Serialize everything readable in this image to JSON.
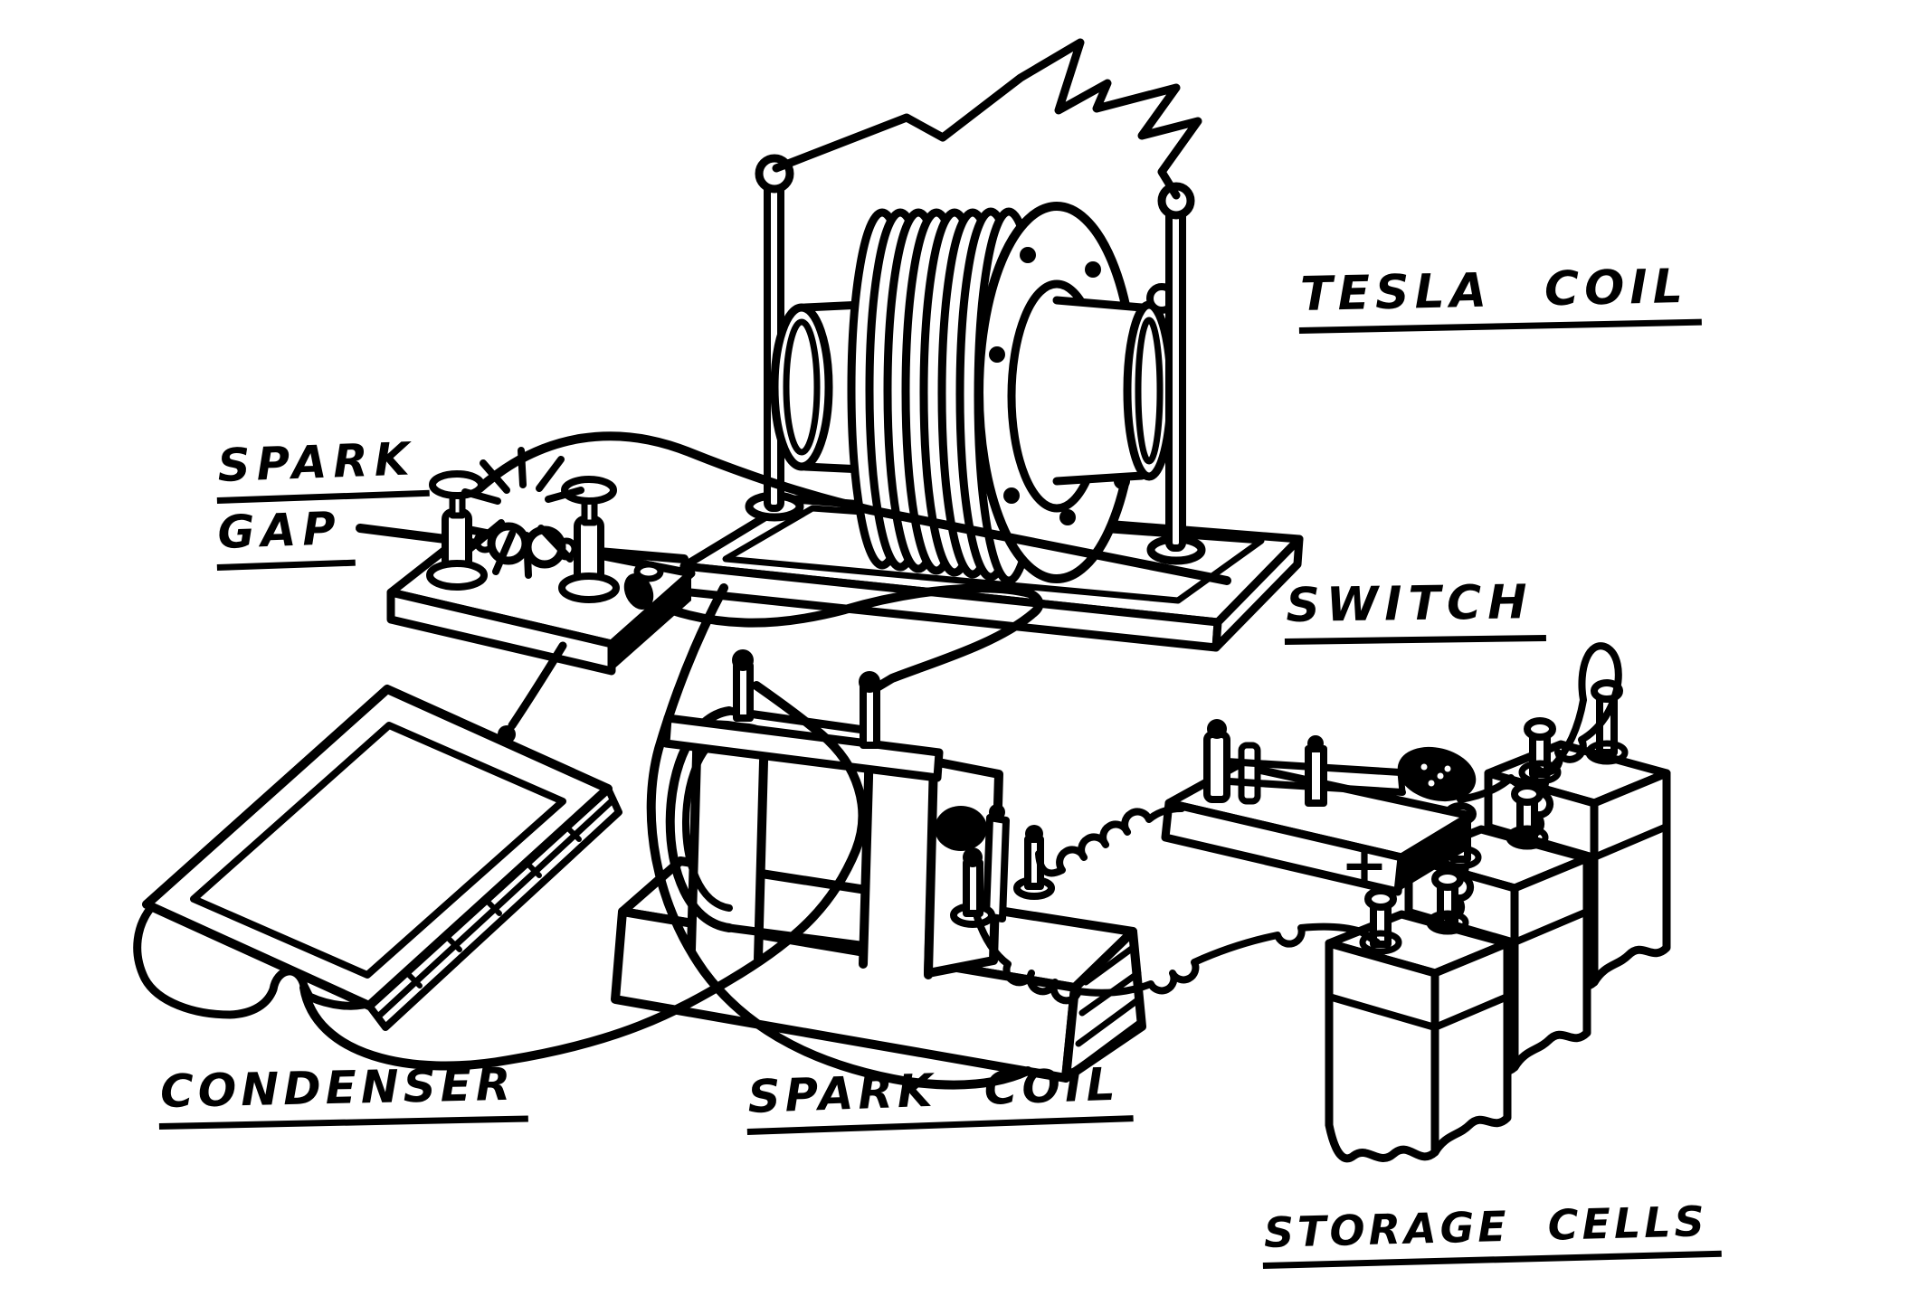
{
  "diagram": {
    "labels": {
      "spark_gap_line1": "SPARK",
      "spark_gap_line2": "GAP",
      "tesla_coil": "TESLA COIL",
      "switch": "SWITCH",
      "condenser": "CONDENSER",
      "spark_coil": "SPARK COIL",
      "storage_cells": "STORAGE CELLS",
      "battery_polarity": "+"
    },
    "colors": {
      "ink": "#000000",
      "background": "#ffffff"
    }
  }
}
